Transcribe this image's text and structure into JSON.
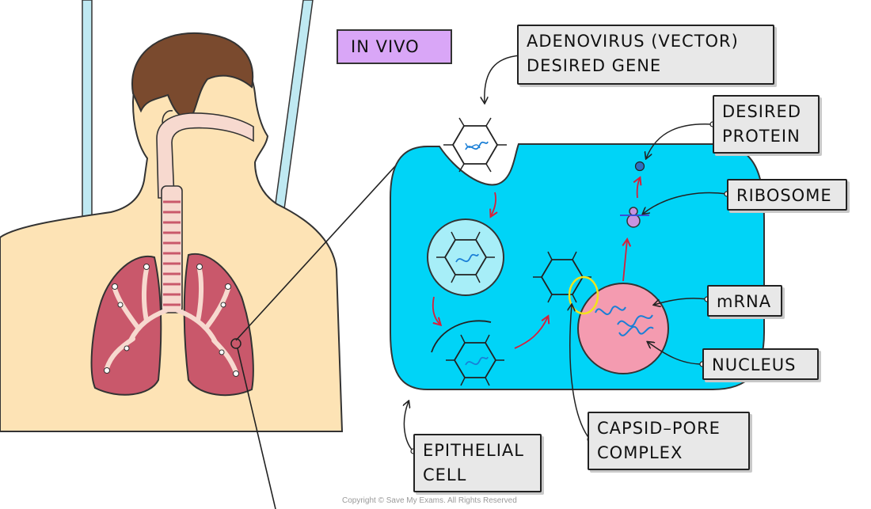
{
  "title": "IN VIVO",
  "labels": {
    "adenovirus_line1": "ADENOVIRUS (VECTOR)",
    "adenovirus_line2": "DESIRED GENE",
    "desired_protein_line1": "DESIRED",
    "desired_protein_line2": "PROTEIN",
    "ribosome": "RIBOSOME",
    "mrna": "mRNA",
    "nucleus": "NUCLEUS",
    "capsid_line1": "CAPSID–PORE",
    "capsid_line2": "COMPLEX",
    "epithelial_line1": "EPITHELIAL",
    "epithelial_line2": "CELL"
  },
  "footer": {
    "copyright": "Copyright © Save My Exams. All Rights Reserved"
  },
  "colors": {
    "cell": "#00d4f7",
    "nucleus": "#f49bb0",
    "capsid_highlight": "#f2e21c",
    "skin": "#fde3b5",
    "hair": "#7a4a2e",
    "lung": "#c9586b",
    "airway": "#f7d9cf",
    "arrow_red": "#d81f3a",
    "label_box": "#e8e8e8",
    "title_box": "#d9a6f7",
    "vector_line": "#bfe9f2"
  }
}
